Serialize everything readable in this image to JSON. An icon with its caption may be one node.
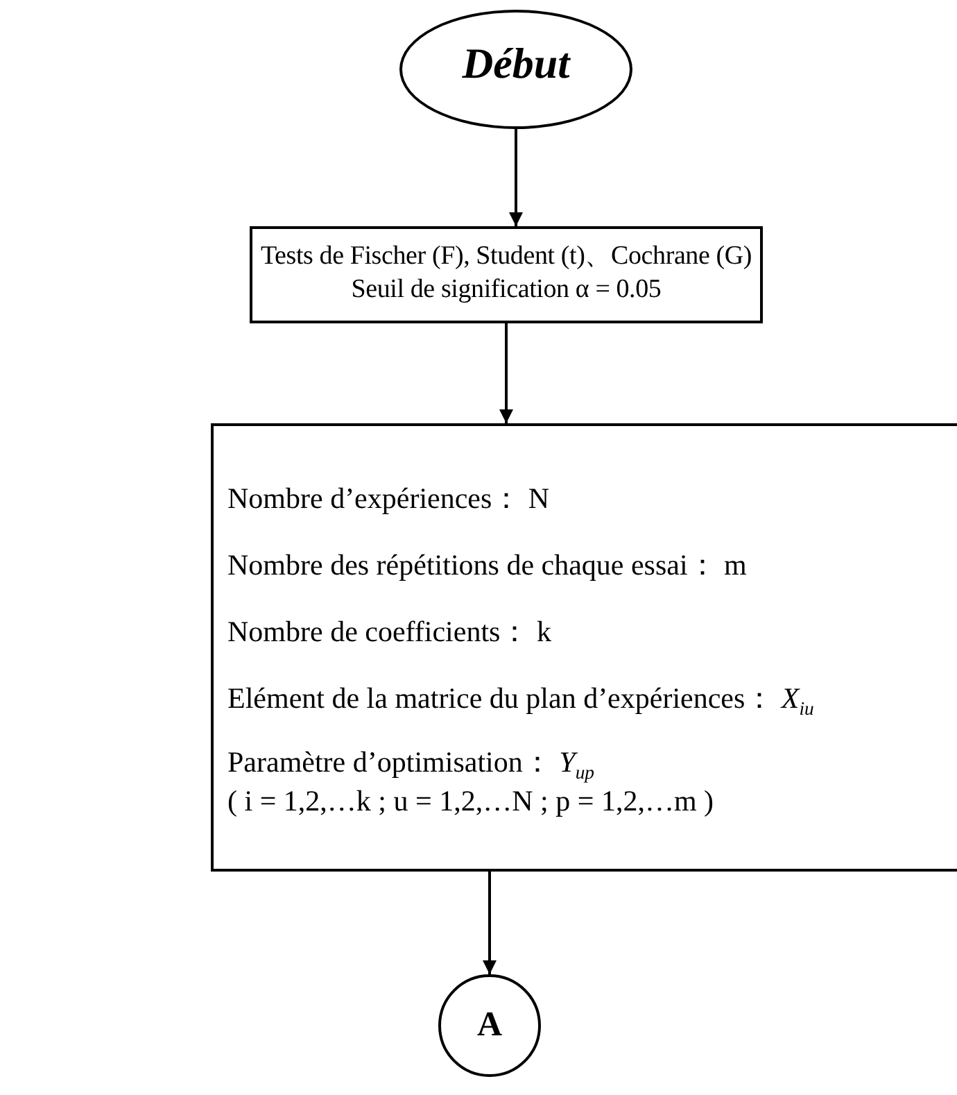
{
  "diagram": {
    "nodes": [
      {
        "text": [
          "Début"
        ]
      },
      {
        "text": [
          "Tests de Fischer (F), Student (t)、Cochrane (G)",
          "Seuil de signification α = 0.05"
        ]
      },
      {
        "text": [
          "Nombre d’expériences： N",
          "Nombre des répétitions de chaque essai： m",
          "Nombre de coefficients： k",
          "Elément de la matrice du plan d’expériences： *X*$_{iu}$",
          "Paramètre d’optimisation： *Y*$_{up}$",
          "( i = 1,2,…k ; u = 1,2,…N ; p = 1,2,…m )"
        ]
      },
      {
        "text": [
          "A"
        ]
      }
    ],
    "edges": [
      {
        "from": 0,
        "to": 1,
        "arrow": "to"
      },
      {
        "from": 1,
        "to": 2,
        "arrow": "to"
      },
      {
        "from": 2,
        "to": 3,
        "arrow": "to"
      }
    ]
  }
}
